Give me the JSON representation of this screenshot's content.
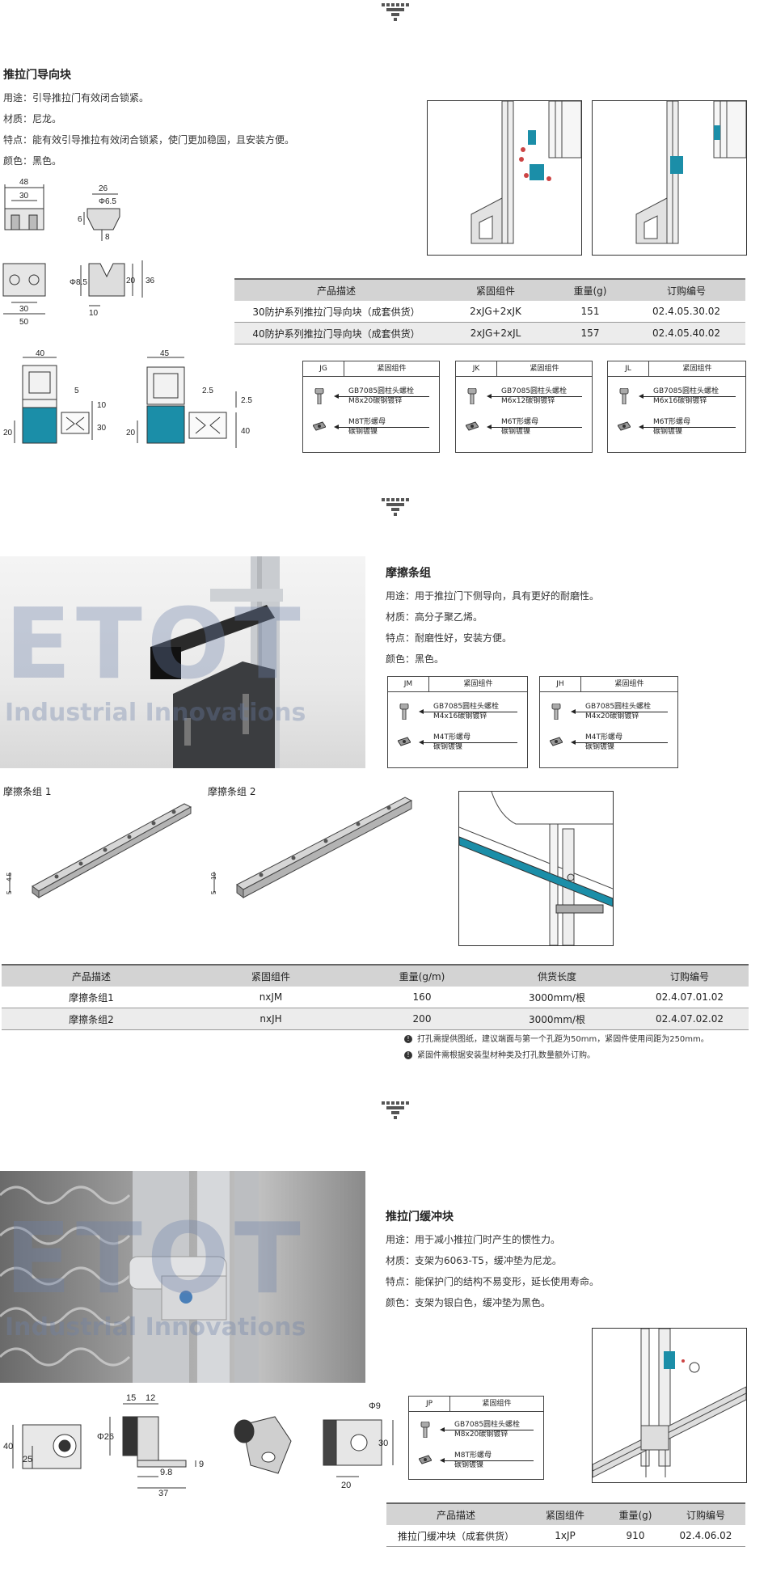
{
  "section1": {
    "title": "推拉门导向块",
    "usage": "用途：引导推拉门有效闭合锁紧。",
    "material": "材质：尼龙。",
    "feature": "特点：能有效引导推拉有效闭合锁紧，使门更加稳固，且安装方便。",
    "color": "颜色：黑色。",
    "dims": {
      "top_w1": "48",
      "top_w2": "30",
      "side_w": "26",
      "side_hole": "Φ6.5",
      "side_h1": "6",
      "side_h2": "8",
      "front_hole": "Φ8.5",
      "front_w1": "30",
      "front_w2": "50",
      "prof_h1": "20",
      "prof_h2": "36",
      "prof_w": "10",
      "p40_w": "40",
      "p40_g": "5",
      "p40_h1": "10",
      "p40_h2": "30",
      "p40_h3": "20",
      "p45_w": "45",
      "p45_g": "2.5",
      "p45_h1": "2.5",
      "p45_h2": "40",
      "p45_h3": "20"
    },
    "table": {
      "headers": [
        "产品描述",
        "紧固组件",
        "重量(g)",
        "订购编号"
      ],
      "rows": [
        [
          "30防护系列推拉门导向块（成套供货）",
          "2xJG+2xJK",
          "151",
          "02.4.05.30.02"
        ],
        [
          "40防护系列推拉门导向块（成套供货）",
          "2xJG+2xJL",
          "157",
          "02.4.05.40.02"
        ]
      ]
    },
    "fasteners": [
      {
        "code": "JG",
        "title": "紧固组件",
        "bolt": [
          "GB7085圆柱头螺栓",
          "M8x20碳钢镀锌"
        ],
        "nut": [
          "M8T形螺母",
          "碳钢镀镍"
        ]
      },
      {
        "code": "JK",
        "title": "紧固组件",
        "bolt": [
          "GB7085圆柱头螺栓",
          "M6x12碳钢镀锌"
        ],
        "nut": [
          "M6T形螺母",
          "碳钢镀镍"
        ]
      },
      {
        "code": "JL",
        "title": "紧固组件",
        "bolt": [
          "GB7085圆柱头螺栓",
          "M6x16碳钢镀锌"
        ],
        "nut": [
          "M6T形螺母",
          "碳钢镀镍"
        ]
      }
    ]
  },
  "section2": {
    "title": "摩擦条组",
    "usage": "用途：用于推拉门下侧导向，具有更好的耐磨性。",
    "material": "材质：高分子聚乙烯。",
    "feature": "特点：耐磨性好，安装方便。",
    "color": "颜色：黑色。",
    "watermark_big": "ETOT",
    "watermark_small": "Industrial Innovations",
    "fasteners": [
      {
        "code": "JM",
        "title": "紧固组件",
        "bolt": [
          "GB7085圆柱头螺栓",
          "M4x16碳钢镀锌"
        ],
        "nut": [
          "M4T形螺母",
          "碳钢镀镍"
        ]
      },
      {
        "code": "JH",
        "title": "紧固组件",
        "bolt": [
          "GB7085圆柱头螺栓",
          "M4x20碳钢镀锌"
        ],
        "nut": [
          "M4T形螺母",
          "碳钢镀镍"
        ]
      }
    ],
    "strip1_label": "摩擦条组 1",
    "strip2_label": "摩擦条组 2",
    "strip1_dims": [
      "4.5",
      "5"
    ],
    "strip2_dims": [
      "10",
      "5"
    ],
    "table": {
      "headers": [
        "产品描述",
        "紧固组件",
        "重量(g/m)",
        "供货长度",
        "订购编号"
      ],
      "rows": [
        [
          "摩擦条组1",
          "nxJM",
          "160",
          "3000mm/根",
          "02.4.07.01.02"
        ],
        [
          "摩擦条组2",
          "nxJH",
          "200",
          "3000mm/根",
          "02.4.07.02.02"
        ]
      ]
    },
    "notes": [
      "打孔需提供图纸，建议端面与第一个孔距为50mm，紧固件使用间距为250mm。",
      "紧固件需根据安装型材种类及打孔数量额外订购。"
    ]
  },
  "section3": {
    "title": "推拉门缓冲块",
    "usage": "用途：用于减小推拉门时产生的惯性力。",
    "material": "材质：支架为6063-T5，缓冲垫为尼龙。",
    "feature": "特点：能保护门的结构不易变形，延长使用寿命。",
    "color": "颜色：支架为银白色，缓冲垫为黑色。",
    "watermark_big": "ETOT",
    "watermark_small": "Industrial Innovations",
    "dims": {
      "a_h1": "40",
      "a_h2": "25",
      "b_w1": "15",
      "b_w2": "12",
      "b_d": "Φ26",
      "b_h": "9",
      "b_w3": "9.8",
      "b_w4": "37",
      "c_d": "Φ9",
      "c_h": "30",
      "c_w": "20"
    },
    "fastener": {
      "code": "JP",
      "title": "紧固组件",
      "bolt": [
        "GB7085圆柱头螺栓",
        "M8x20碳钢镀锌"
      ],
      "nut": [
        "M8T形螺母",
        "碳钢镀镍"
      ]
    },
    "table": {
      "headers": [
        "产品描述",
        "紧固组件",
        "重量(g)",
        "订购编号"
      ],
      "rows": [
        [
          "推拉门缓冲块（成套供货）",
          "1xJP",
          "910",
          "02.4.06.02"
        ]
      ]
    }
  },
  "colors": {
    "accent": "#1b8ea8",
    "header_bg": "#d3d3d3",
    "logo": "#555555"
  }
}
